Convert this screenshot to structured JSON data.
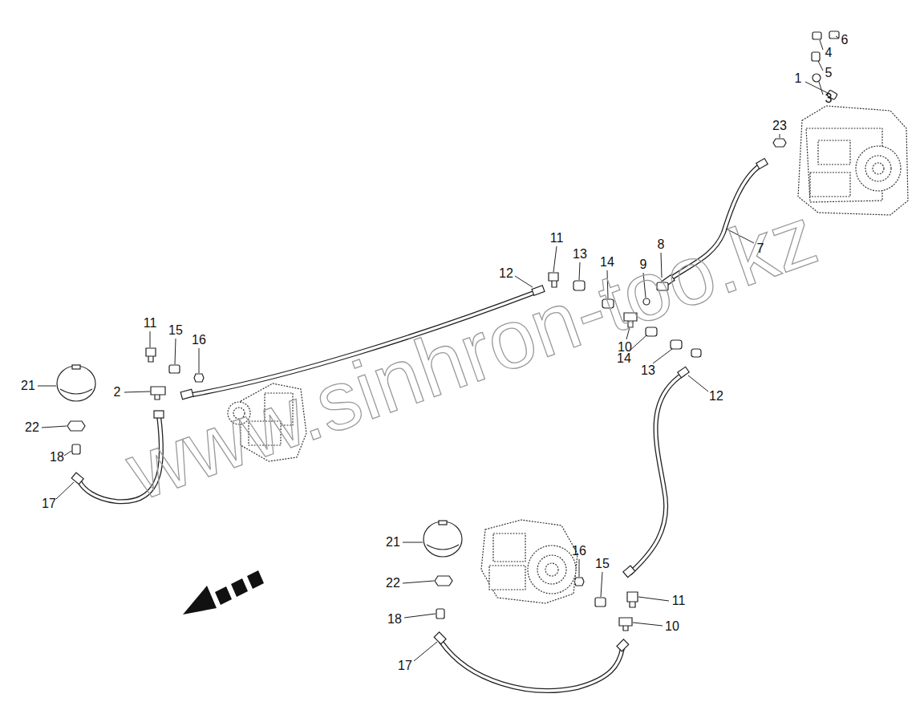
{
  "diagram": {
    "labels": [
      "6",
      "4",
      "5",
      "1",
      "3",
      "23",
      "7",
      "8",
      "9",
      "11",
      "13",
      "14",
      "12",
      "10",
      "14",
      "13",
      "12",
      "11",
      "15",
      "16",
      "21",
      "2",
      "22",
      "18",
      "17",
      "21",
      "16",
      "15",
      "22",
      "11",
      "10",
      "18",
      "17",
      "www.sinhron-too.kz"
    ]
  }
}
